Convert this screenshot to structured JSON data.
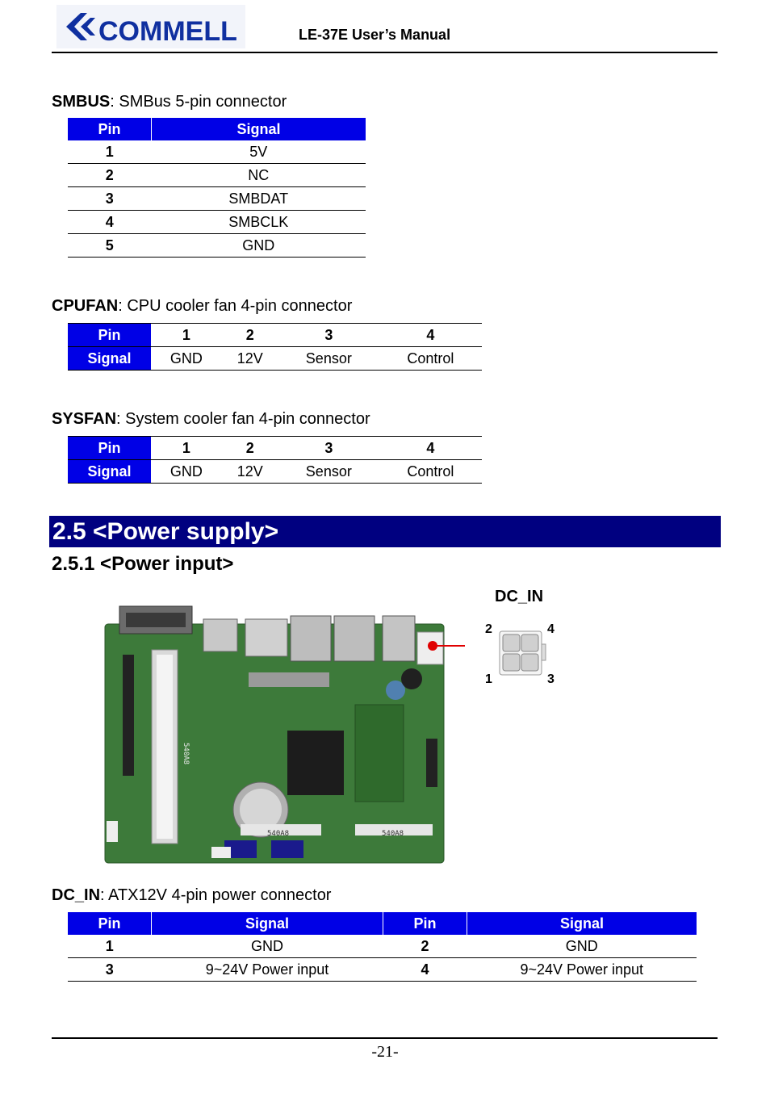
{
  "header": {
    "logo_text": "COMMELL",
    "manual_title": "LE-37E User’s Manual"
  },
  "smbus": {
    "name": "SMBUS",
    "desc": ": SMBus 5-pin connector",
    "col_pin": "Pin",
    "col_signal": "Signal",
    "rows": [
      {
        "pin": "1",
        "signal": "5V"
      },
      {
        "pin": "2",
        "signal": "NC"
      },
      {
        "pin": "3",
        "signal": "SMBDAT"
      },
      {
        "pin": "4",
        "signal": "SMBCLK"
      },
      {
        "pin": "5",
        "signal": "GND"
      }
    ]
  },
  "cpufan": {
    "name": "CPUFAN",
    "desc": ": CPU cooler fan 4-pin connector",
    "row_pin": "Pin",
    "row_signal": "Signal",
    "pins": [
      "1",
      "2",
      "3",
      "4"
    ],
    "signals": [
      "GND",
      "12V",
      "Sensor",
      "Control"
    ]
  },
  "sysfan": {
    "name": "SYSFAN",
    "desc": ": System cooler fan 4-pin connector",
    "row_pin": "Pin",
    "row_signal": "Signal",
    "pins": [
      "1",
      "2",
      "3",
      "4"
    ],
    "signals": [
      "GND",
      "12V",
      "Sensor",
      "Control"
    ]
  },
  "section": {
    "title": "2.5 <Power supply>",
    "subtitle": "2.5.1 <Power input>"
  },
  "diagram": {
    "connector_title": "DC_IN",
    "pin_labels": {
      "top_left": "2",
      "top_right": "4",
      "bottom_left": "1",
      "bottom_right": "3"
    },
    "board_chip_labels": [
      "540A8",
      "540A8",
      "540A8"
    ]
  },
  "dcin": {
    "name": "DC_IN",
    "desc": ": ATX12V 4-pin power connector",
    "headers": [
      "Pin",
      "Signal",
      "Pin",
      "Signal"
    ],
    "rows": [
      [
        "1",
        "GND",
        "2",
        "GND"
      ],
      [
        "3",
        "9~24V Power input",
        "4",
        "9~24V Power input"
      ]
    ]
  },
  "footer": {
    "page_number": "-21-"
  },
  "colors": {
    "table_header": "#0000e6",
    "section_bar": "#000080",
    "logo_blue": "#1030a0",
    "pcb_green": "#3d7a3a",
    "indicator_red": "#e00000"
  }
}
